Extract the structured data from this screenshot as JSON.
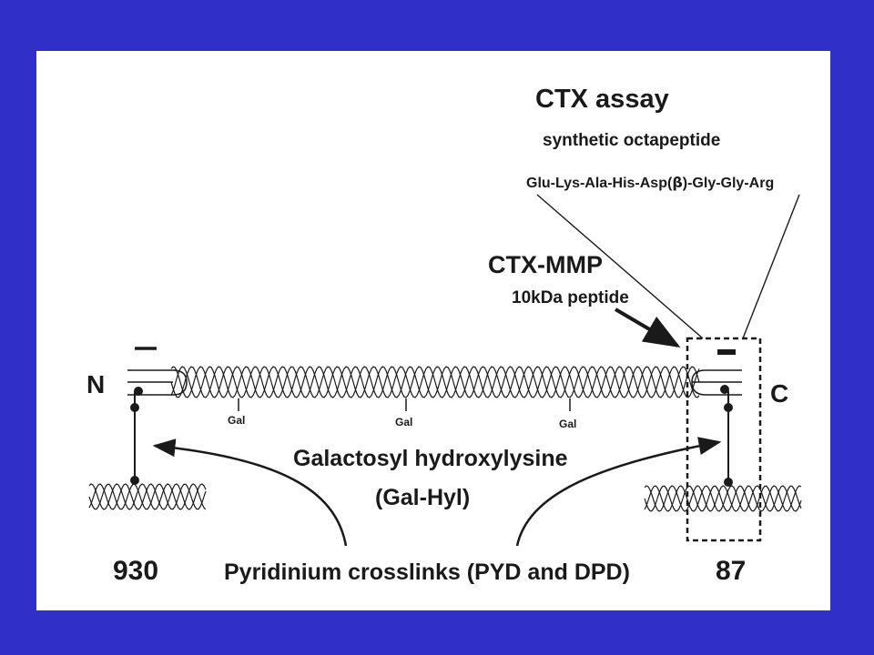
{
  "colors": {
    "frame": "#3030c8",
    "panel": "#ffffff",
    "ink": "#1a1a1a"
  },
  "labels": {
    "ctx_assay": "CTX assay",
    "synthetic": "synthetic octapeptide",
    "sequence_a": "Glu-Lys-Ala-His-Asp(",
    "beta": "β",
    "sequence_b": ")-Gly-Gly-Arg",
    "ctx_mmp": "CTX-MMP",
    "peptide": "10kDa peptide",
    "n_terminus": "N",
    "c_terminus": "C",
    "gal": "Gal",
    "galactosyl": "Galactosyl hydroxylysine",
    "gal_hyl": "(Gal-Hyl)",
    "pyridinium": "Pyridinium crosslinks (PYD and DPD)",
    "residue_left": "930",
    "residue_right": "87"
  }
}
